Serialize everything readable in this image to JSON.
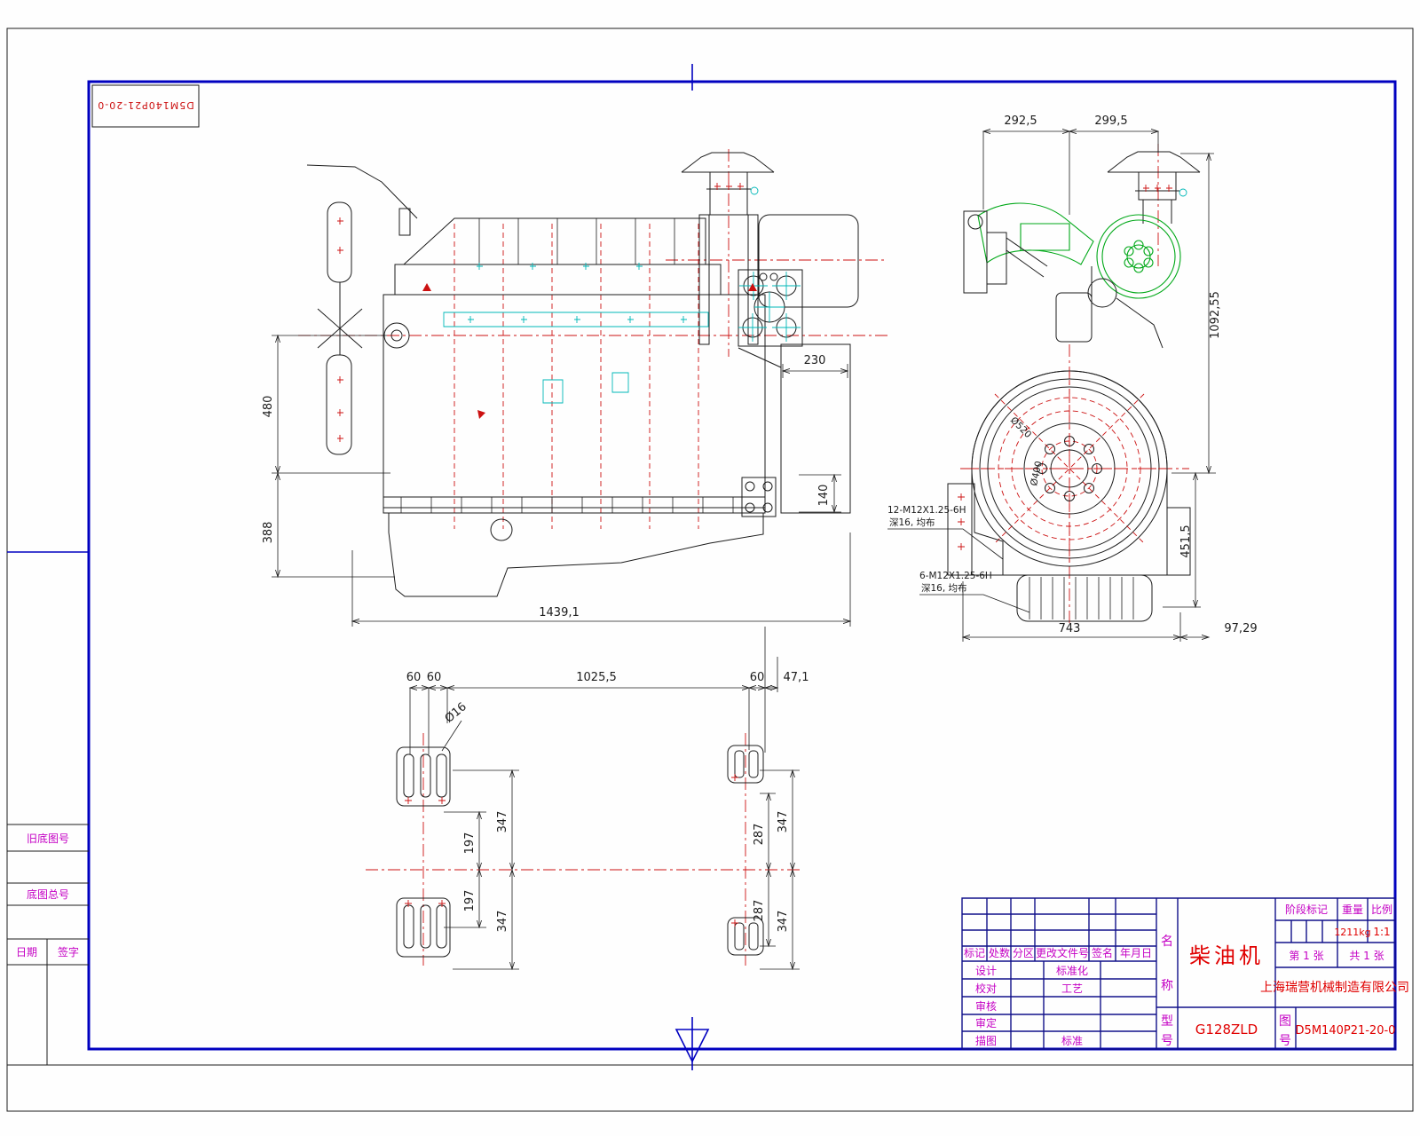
{
  "sheet": {
    "corner_ref": "D5M140P21-20-0",
    "margin": {
      "old_no": "旧底图号",
      "total_no": "底图总号",
      "date": "日期",
      "sign": "签字"
    }
  },
  "title_block": {
    "headers": [
      "标记",
      "处数",
      "分区",
      "更改文件号",
      "签名",
      "年月日"
    ],
    "rows": [
      "设计",
      "校对",
      "审核",
      "审定",
      "描图"
    ],
    "mids": [
      "标准化",
      "工艺",
      "标准"
    ],
    "name_chars": [
      "名",
      "称"
    ],
    "model_chars": [
      "型",
      "号"
    ],
    "dwg_chars": [
      "图",
      "号"
    ],
    "name_value": "柴油机",
    "model_value": "G128ZLD",
    "dwg_value": "D5M140P21-20-0",
    "company": "上海瑞营机械制造有限公司",
    "stage_label": "阶段标记",
    "weight_label": "重量",
    "scale_label": "比例",
    "weight_value": "1211kg",
    "scale_value": "1:1",
    "sheet_index": "第 1 张",
    "sheet_count": "共 1 张"
  },
  "side_view": {
    "dims": {
      "height_upper": "480",
      "height_lower": "388",
      "length": "1439,1",
      "rear_offset": "230",
      "bracket": "140"
    }
  },
  "front_view": {
    "dims": {
      "left": "292,5",
      "right": "299,5",
      "height_top": "1092,55",
      "height_bottom": "451,5",
      "width": "743",
      "overhang": "97,29",
      "flywheel_d1": "Ø520",
      "flywheel_d2": "Ø400"
    },
    "notes": {
      "n1_line1": "12-M12X1.25-6H",
      "n1_line2": "深16, 均布",
      "n2_line1": "6-M12X1.25-6H",
      "n2_line2": "深16, 均布"
    }
  },
  "bottom_view": {
    "dims": {
      "hole": "Ø16",
      "w1": "60",
      "w2": "60",
      "w3": "1025,5",
      "w4": "60",
      "w5": "47,1",
      "l197a": "197",
      "l197b": "197",
      "l347a": "347",
      "l347b": "347",
      "r287a": "287",
      "r287b": "287",
      "r347a": "347",
      "r347b": "347"
    }
  },
  "colors": {
    "frame_blue": "#0000c0",
    "label_magenta": "#c400c4",
    "value_red": "#e00000",
    "line_red": "#cc1111"
  }
}
